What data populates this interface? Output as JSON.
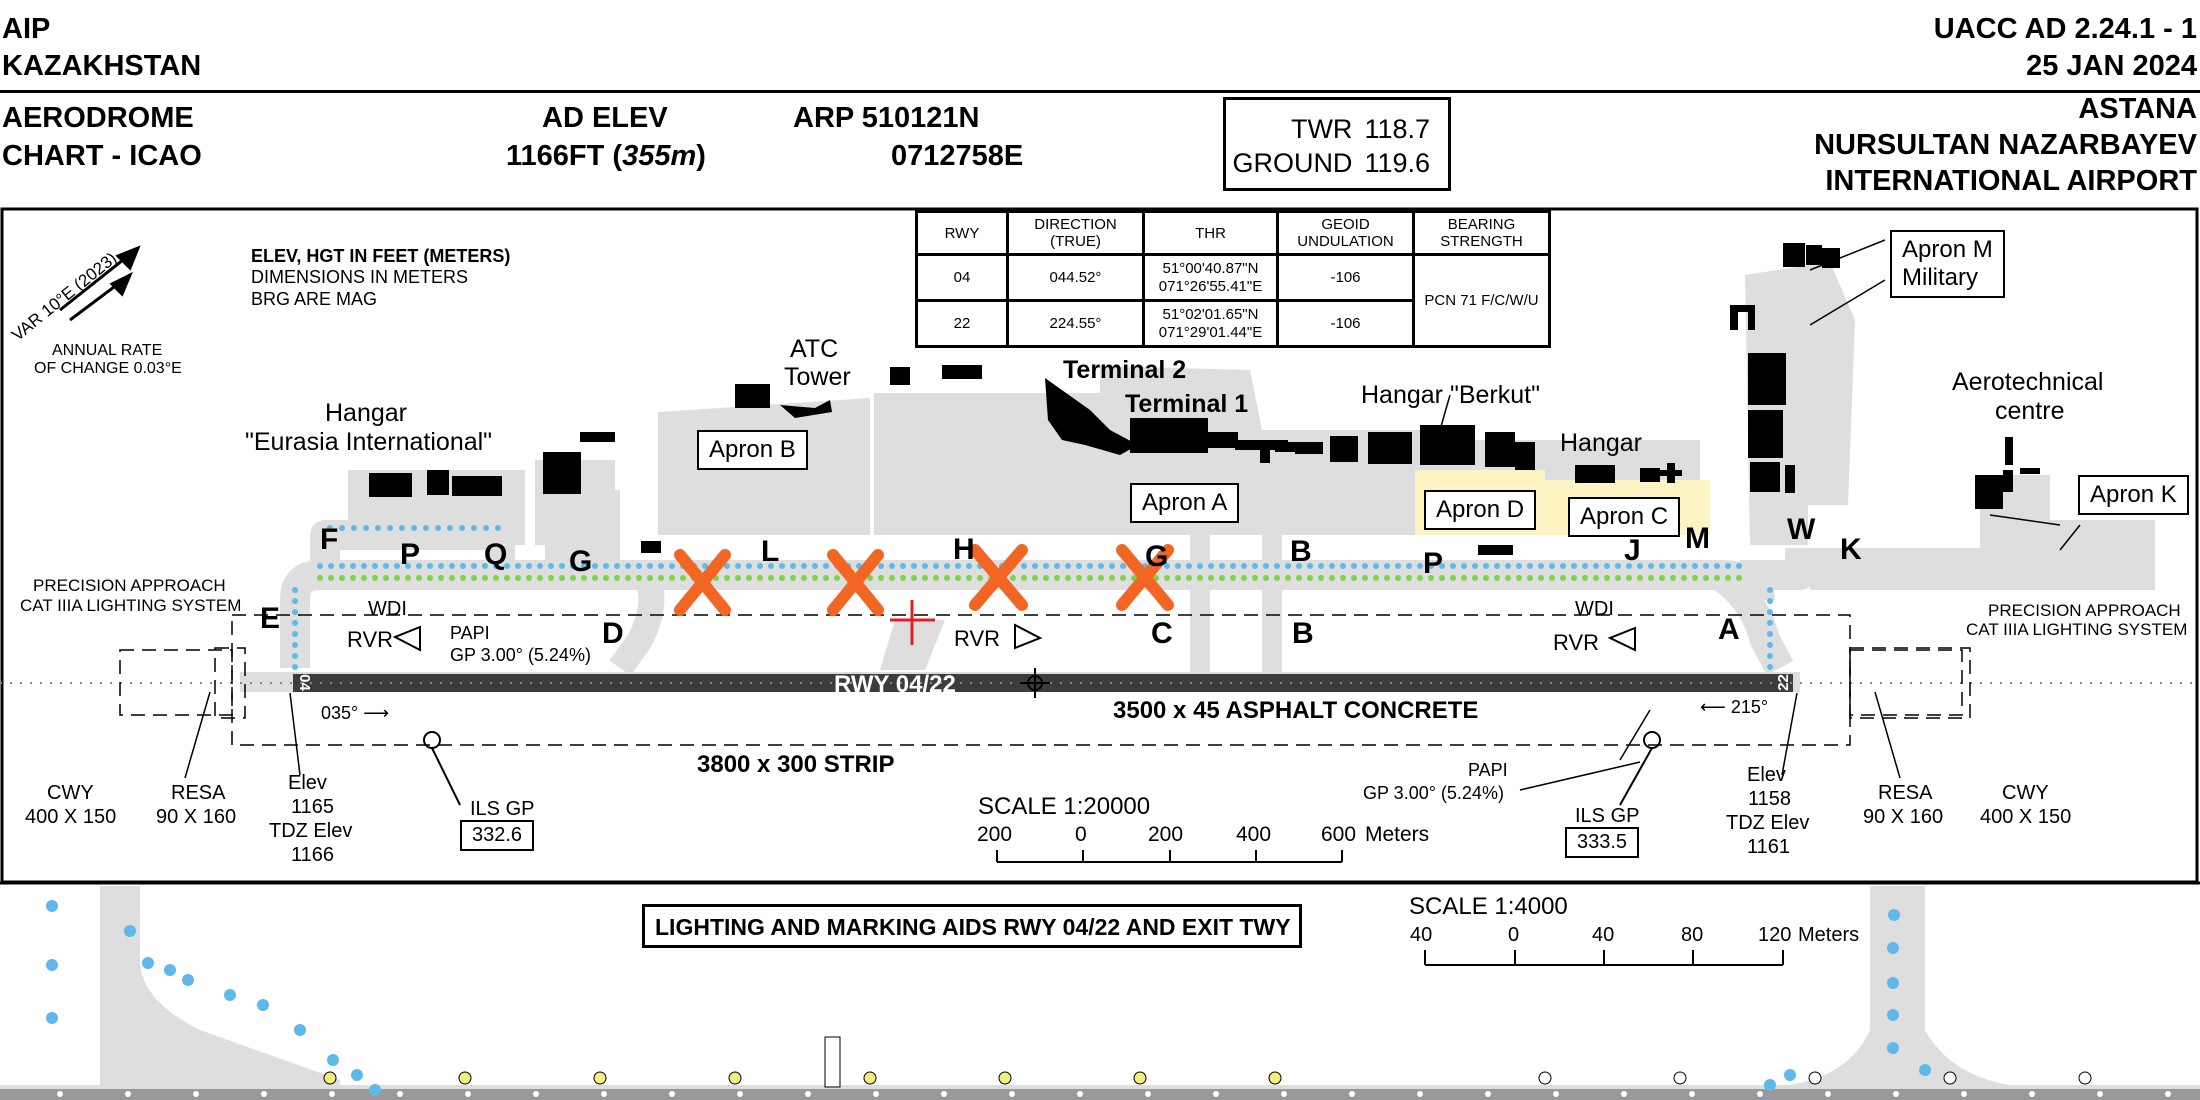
{
  "header": {
    "left_line1": "AIP",
    "left_line2": "KAZAKHSTAN",
    "right_line1": "UACC AD 2.24.1 - 1",
    "right_line2": "25 JAN 2024",
    "chart_title_1": "AERODROME",
    "chart_title_2": "CHART - ICAO",
    "ad_elev_label": "AD ELEV",
    "ad_elev_value": "1166FT (",
    "ad_elev_metric": "355m",
    "ad_elev_close": ")",
    "arp_label": "ARP 510121N",
    "arp_value": "0712758E",
    "frequencies": [
      {
        "name": "TWR",
        "value": "118.7"
      },
      {
        "name": "GROUND",
        "value": "119.6"
      }
    ],
    "airport_1": "ASTANA",
    "airport_2": "NURSULTAN NAZARBAYEV",
    "airport_3": "INTERNATIONAL AIRPORT"
  },
  "notes": {
    "var": "VAR 10°E (2023)",
    "annual_rate_1": "ANNUAL RATE",
    "annual_rate_2": "OF CHANGE 0.03°E",
    "elev_note": "ELEV, HGT IN FEET (METERS)",
    "dim_note": "DIMENSIONS IN METERS",
    "brg_note": "BRG ARE MAG"
  },
  "runway_table": {
    "headers": [
      "RWY",
      "DIRECTION (TRUE)",
      "THR",
      "GEOID UNDULATION",
      "BEARING STRENGTH"
    ],
    "rows": [
      {
        "rwy": "04",
        "direction": "044.52°",
        "thr_lat": "51°00'40.87\"N",
        "thr_lon": "071°26'55.41\"E",
        "geoid": "-106"
      },
      {
        "rwy": "22",
        "direction": "224.55°",
        "thr_lat": "51°02'01.65\"N",
        "thr_lon": "071°29'01.44\"E",
        "geoid": "-106"
      }
    ],
    "bearing_strength": "PCN 71 F/C/W/U"
  },
  "labels": {
    "atc_tower_1": "ATC",
    "atc_tower_2": "Tower",
    "terminal_2": "Terminal 2",
    "terminal_1": "Terminal 1",
    "hangar_berkut": "Hangar \"Berkut\"",
    "hangar": "Hangar",
    "hangar_eurasia_1": "Hangar",
    "hangar_eurasia_2": "\"Eurasia International\"",
    "apron_m_1": "Apron M",
    "apron_m_2": "Military",
    "aerotech_1": "Aerotechnical",
    "aerotech_2": "centre",
    "apron_b": "Apron B",
    "apron_a": "Apron A",
    "apron_d": "Apron D",
    "apron_c": "Apron C",
    "apron_k": "Apron K",
    "pal_left_1": "PRECISION APPROACH",
    "pal_left_2": "CAT IIIA LIGHTING SYSTEM",
    "pal_right_1": "PRECISION APPROACH",
    "pal_right_2": "CAT IIIA LIGHTING SYSTEM",
    "wdi": "WDI",
    "rvr": "RVR",
    "papi_l1": "PAPI",
    "papi_l2": "GP 3.00° (5.24%)",
    "papi_r1": "PAPI",
    "papi_r2": "GP 3.00° (5.24%)",
    "rwy_name": "RWY 04/22",
    "rwy_04": "04",
    "rwy_22": "22",
    "surface": "3500 x 45 ASPHALT CONCRETE",
    "strip": "3800 x 300 STRIP",
    "brg_035": "035°",
    "brg_215": "215°",
    "cwy_l1": "CWY",
    "cwy_l2": "400 X 150",
    "resa_l1": "RESA",
    "resa_l2": "90 X 160",
    "elev_l1": "Elev",
    "elev_l2": "1165",
    "elev_l3": "TDZ Elev",
    "elev_l4": "1166",
    "ils_l1": "ILS GP",
    "ils_l2": "332.6",
    "ils_r1": "ILS GP",
    "ils_r2": "333.5",
    "elev_r1": "Elev",
    "elev_r2": "1158",
    "elev_r3": "TDZ Elev",
    "elev_r4": "1161",
    "resa_r1": "RESA",
    "resa_r2": "90 X 160",
    "cwy_r1": "CWY",
    "cwy_r2": "400 X 150",
    "scale_main": "SCALE 1:20000",
    "scale_main_ticks": [
      "200",
      "0",
      "200",
      "400",
      "600"
    ],
    "scale_unit": "Meters",
    "lighting_title": "LIGHTING AND MARKING AIDS RWY 04/22 AND EXIT TWY",
    "scale_inset": "SCALE 1:4000",
    "scale_inset_ticks": [
      "40",
      "0",
      "40",
      "80",
      "120"
    ],
    "scale_inset_unit": "Meters"
  },
  "taxiways": [
    "F",
    "P",
    "Q",
    "G",
    "L",
    "H",
    "G",
    "B",
    "P",
    "J",
    "M",
    "W",
    "K",
    "E",
    "D",
    "C",
    "B",
    "A"
  ],
  "colors": {
    "apron_gray": "#dedede",
    "apron_yellow": "#fdf3c3",
    "building": "#000000",
    "runway": "#3c3c3c",
    "taxi_light_green": "#7ed348",
    "taxi_light_blue": "#5fb8ea",
    "closed_cross": "#f26522"
  }
}
